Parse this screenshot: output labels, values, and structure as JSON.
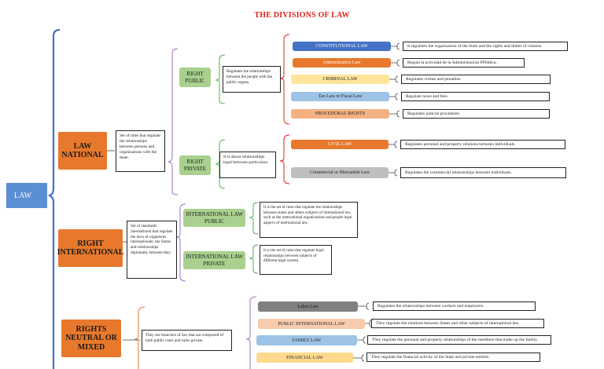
{
  "title": "THE DIVISIONS OF LAW",
  "root": "LAW",
  "categories": {
    "national": {
      "label": "LAW NATIONAL",
      "description": "Set of rules that regulate the relationships between persons and organizations with the State.",
      "public": {
        "label": "RIGHT PUBLIC",
        "description": "Regulates the relationships between the people with the public organs.",
        "branches": [
          {
            "label": "CONSTITUTIONAL LAW",
            "text": "It regulates the organization of the State and the rights and duties of citizens."
          },
          {
            "label": "Administrative Law",
            "text": "Regula la actividad de la Administración PPública."
          },
          {
            "label": "CRIMINAL LAW",
            "text": "Regulates crimes and penalties."
          },
          {
            "label": "Tax Law or Fiscal Law",
            "text": "Regulate taxes and fees."
          },
          {
            "label": "PROCEDURAL RIGHTS",
            "text": "Regulates judicial procedures"
          }
        ]
      },
      "private": {
        "label": "RIGHT PRIVATE",
        "description": "It is about relationships legal between particulars.",
        "branches": [
          {
            "label": "CIVIL LAW",
            "text": "Regulates personal and property relations between individuals."
          },
          {
            "label": "Commercial or Mercantile Law",
            "text": "Regulates the commercial relationships between individuals."
          }
        ]
      }
    },
    "international": {
      "label": "RIGHT INTERNATIONAL",
      "description": "Set of standards international that regulate the laws of organisms internationale, the States and relationships diplomatic between they.",
      "public": {
        "label": "INTERNATIONAL LAW PUBLIC",
        "description": "It is the set of rules that regulate the relationships between states and others subjects of international law, such as the international organizations and people legal aspects of international law."
      },
      "private": {
        "label": "INTERNATIONAL LAW PRIVATE",
        "description": "It is the set of rules that regulate legal relationships between subjects of different legal system."
      }
    },
    "mixed": {
      "label": "RIGHTS NEUTRAL OR MIXED",
      "description": "They are branches of law that are composed of both public rules and rules private.",
      "branches": [
        {
          "label": "Labor Law",
          "text": "Regulates the relationships between workers and employers."
        },
        {
          "label": "PUBLIC INTERNATIONAL LAW",
          "text": "They regulate the relations between States and other subjects of international law."
        },
        {
          "label": "FAMILY LAW",
          "text": "They regulate the personal and property relationships of the members that make up the family."
        },
        {
          "label": "FINANCIAL LAW",
          "text": "They regulate the financial activity of the State and private entities."
        }
      ]
    }
  },
  "colors": {
    "title": "#e0201b",
    "root": "#5b8ed3",
    "category": "#e8792c",
    "green_node": "#a9d08e",
    "bracket_blue": "#4472c4",
    "bracket_purple": "#9e6fc8",
    "bracket_green": "#4caf50",
    "bracket_red": "#e0201b",
    "bracket_orange": "#e8792c"
  }
}
